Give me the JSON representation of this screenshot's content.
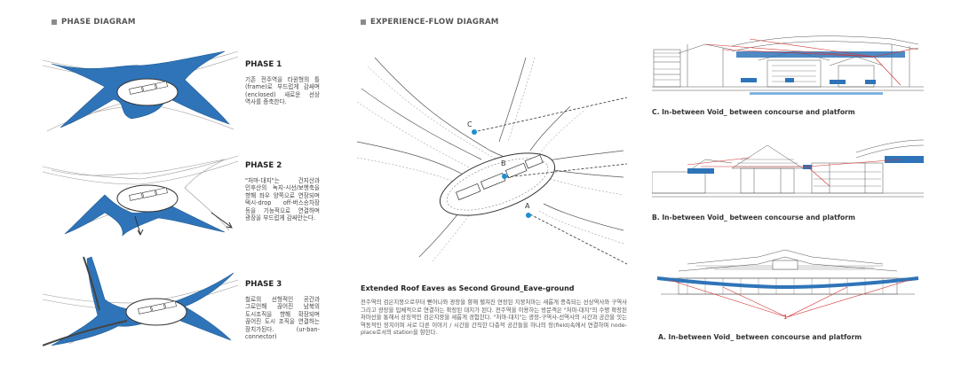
{
  "sections": {
    "phase_title": "PHASE DIAGRAM",
    "flow_title": "EXPERIENCE-FLOW DIAGRAM"
  },
  "phases": [
    {
      "title": "PHASE 1",
      "text": "기존 전주역을 타원형의 틀(frame)로 부드럽게 감싸며(enclosed) 새로운 선상 역사를 증축한다."
    },
    {
      "title": "PHASE 2",
      "text": "\"처마-대지\"는 건지산과 인후산의 녹지-시선/보행축을 향해 좌우 양쪽으로 연장되며 택시-drop off-버스승차장 등을 기능적으로 연결하며 광장을 부드럽게 감싸안는다."
    },
    {
      "title": "PHASE 3",
      "text": "철로의 선형적인 공간과 그로인해 끊어진 남북의 도시조직을 향해 확장되며 끊어진 도시 조직을 연결하는 장치가된다. (ur-ban-connector)"
    }
  ],
  "flow": {
    "labels": [
      "C",
      "B",
      "A"
    ],
    "heading": "Extended Roof Eaves as Second Ground_Eave-ground",
    "body": "전주역의 검은지붕으로부터 뻗어나와 광장을 향해 펼쳐진 연장된 지붕처마는 새롭게 증축되는 선상역사와 구역사 그리고 광장을 입체적으로 연결하는 확장된 대지가 된다. 전주역을 이용하는 방문객은 \"처마-대지\"의 수평 확장된 처마선을 통해서 상징적인 검은지붕을 새롭게 경험한다. \"처마-대지\"는 광장-구역사-선역사의 시간과 공간을 잇는 역동적인 장치이며 서로 다른 이야기 / 시간을 간직한 다층적 공간들을 하나의 장(field)속에서 연결하며 node-place로서의 station을 향한다."
  },
  "sections_right": {
    "c_caption": "C. In-between Void_ between concourse and platform",
    "b_caption": "B. In-between Void_ between concourse and platform",
    "a_caption": "A. In-between Void_ between concourse and platform",
    "a_marker": "1"
  },
  "colors": {
    "accent_blue": "#2f74b8",
    "dot_blue": "#1e8fd0",
    "leader_red": "#d23030",
    "line_gray": "#666666"
  }
}
